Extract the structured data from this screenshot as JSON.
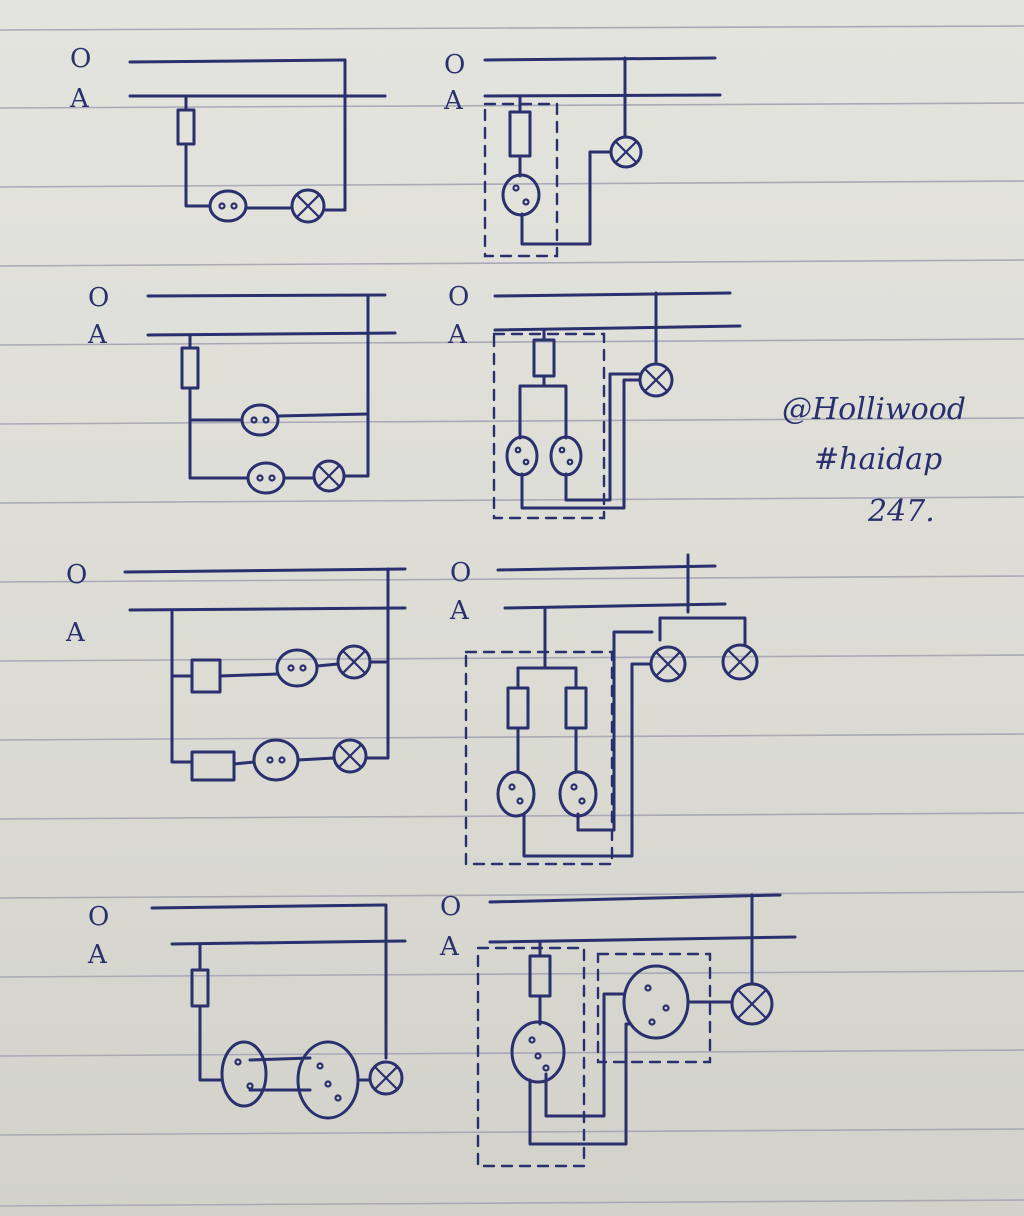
{
  "line_labels": {
    "neutral": "O",
    "phase": "A"
  },
  "note": {
    "line1": "@Holliwood",
    "line2": "#haidap",
    "line3": "247."
  },
  "colors": {
    "ink": "#2a2f6e",
    "paper": "#e2e2dc",
    "rule": "#a9a9b8"
  },
  "symbols": [
    "fuse-icon",
    "socket-icon",
    "lamp-icon",
    "double-switch-icon"
  ]
}
